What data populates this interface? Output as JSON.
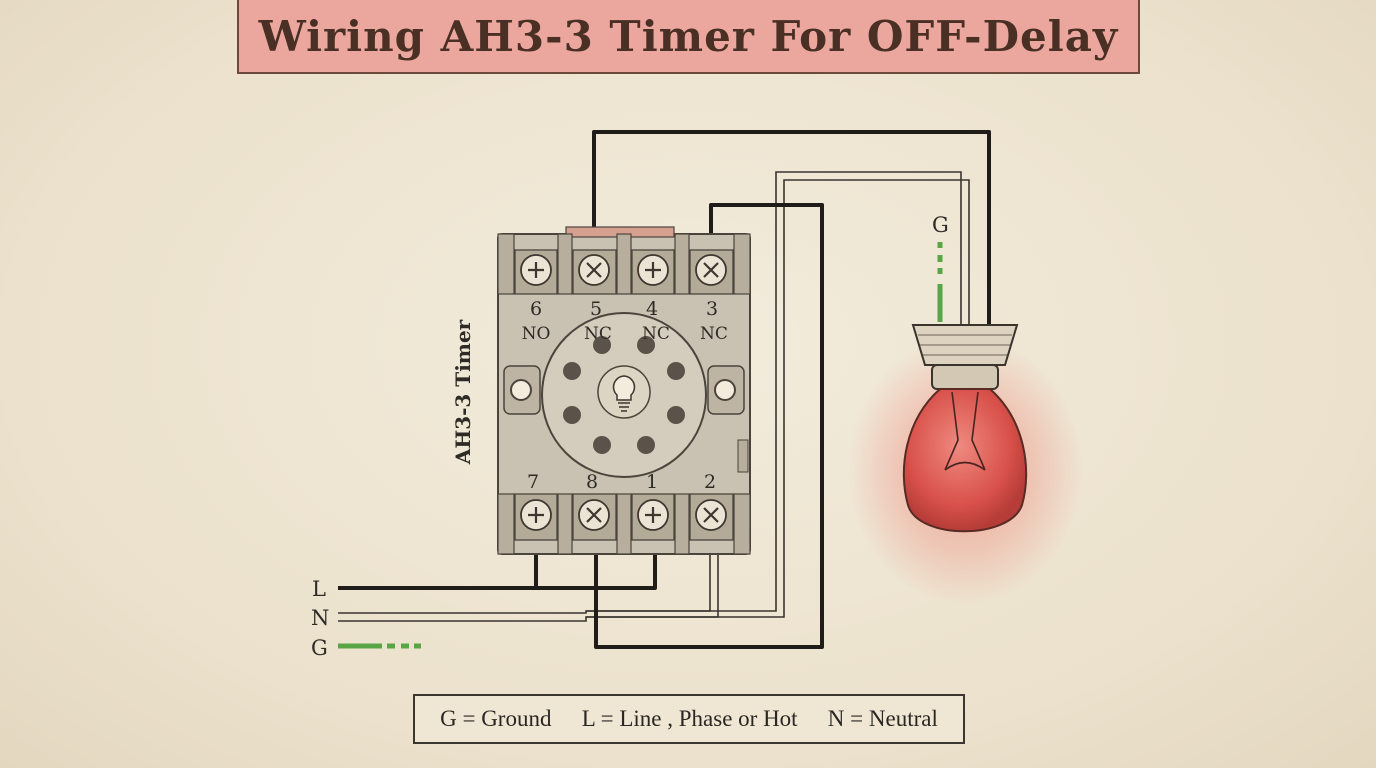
{
  "title": "Wiring AH3-3 Timer For OFF-Delay",
  "timer": {
    "name": "AH3-3 Timer",
    "top_terminals": [
      {
        "number": "6",
        "type": "NO"
      },
      {
        "number": "5",
        "type": "NC"
      },
      {
        "number": "4",
        "type": "NC"
      },
      {
        "number": "3",
        "type": "NC"
      }
    ],
    "bottom_terminals": [
      {
        "number": "7"
      },
      {
        "number": "8"
      },
      {
        "number": "1"
      },
      {
        "number": "2"
      }
    ]
  },
  "supply_labels": {
    "line": "L",
    "neutral": "N",
    "ground": "G"
  },
  "lamp_ground_label": "G",
  "legend": {
    "ground": "G = Ground",
    "line": "L = Line , Phase or Hot",
    "neutral": "N = Neutral"
  },
  "colors": {
    "banner": "#eba79d",
    "line_wire": "#1f1c19",
    "ground_wire": "#5aa545",
    "bulb": "#d9534e",
    "timer_body": "#c9c1b1"
  }
}
